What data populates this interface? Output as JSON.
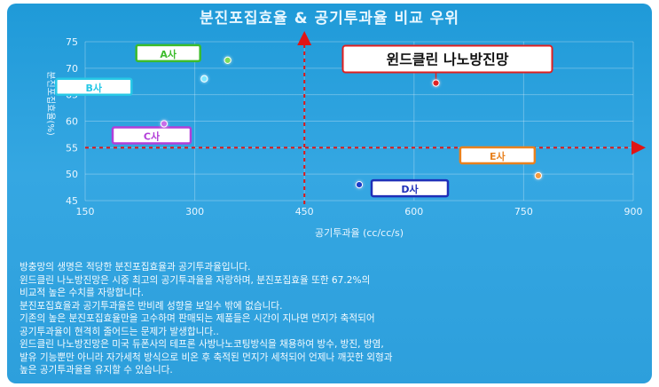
{
  "title": "분진포집효율 & 공기투과율 비교 우위",
  "chart_data": {
    "type": "scatter",
    "xlabel": "공기투과율 (cc/cc/s)",
    "ylabel": "분진포집효율(%)",
    "xlim": [
      150,
      900
    ],
    "ylim": [
      45,
      75
    ],
    "xticks": [
      150,
      300,
      450,
      600,
      750,
      900
    ],
    "yticks": [
      45,
      50,
      55,
      60,
      65,
      70,
      75
    ],
    "reference_lines": {
      "x": 450,
      "y": 55
    },
    "points": [
      {
        "label": "A사",
        "x": 345,
        "y": 71.5,
        "color": "#7ddc5a",
        "label_color": "#3cbc2c"
      },
      {
        "label": "B사",
        "x": 313,
        "y": 68.0,
        "color": "#7fe8ff",
        "label_color": "#27c8e6"
      },
      {
        "label": "C사",
        "x": 258,
        "y": 59.5,
        "color": "#c86ee8",
        "label_color": "#b23ed8"
      },
      {
        "label": "D사",
        "x": 525,
        "y": 48.0,
        "color": "#1a3cc8",
        "label_color": "#1e2fb8"
      },
      {
        "label": "E사",
        "x": 770,
        "y": 49.7,
        "color": "#f59a3e",
        "label_color": "#e8811e"
      },
      {
        "label": "윈드클린 나노방진망",
        "x": 630,
        "y": 67.2,
        "color": "#e02020",
        "label_color": "#e02020",
        "highlight": true
      }
    ]
  },
  "description": [
    "방충망의 생명은 적당한 분진포집효율과 공기투과율입니다.",
    "윈드클린 나노방진망은 시중 최고의 공기투과율을 자랑하며, 분진포집효율 또한 67.2%의",
    "비교적 높은 수치를 자랑합니다.",
    "분진포집효율과 공기투과율은 반비례 성향을 보일수 밖에 없습니다.",
    "기존의 높은 분진포집효율만을 고수하며 판매되는 제품들은 시간이 지나면 먼지가 축적되어",
    "공기투과율이 현격히 줄어드는 문제가 발생합니다..",
    "윈드클린 나노방진망은 미국 듀폰사의 테프론 사방나노코팅방식을 채용하여 방수, 방진, 방염,",
    "발유 기능뿐만 아니라 자가세척 방식으로 비온 후 축적된 먼지가 세척되어 언제나 깨끗한 외형과",
    "높은 공기투과율을 유지할 수 있습니다."
  ]
}
